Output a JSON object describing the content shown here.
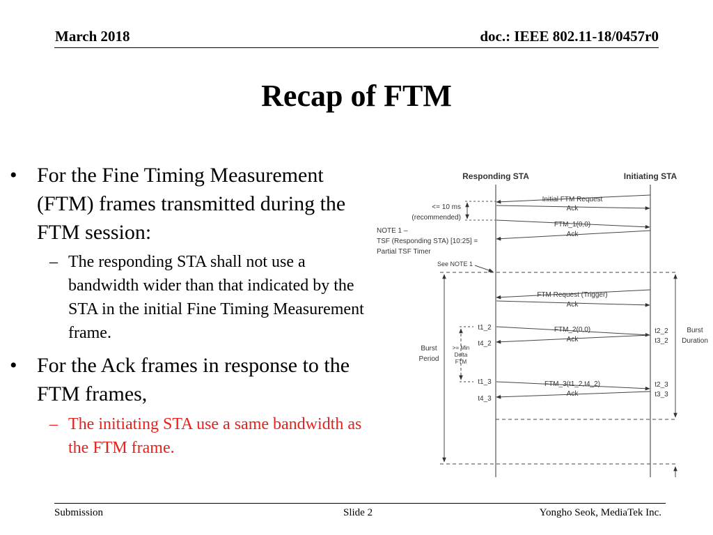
{
  "header": {
    "date": "March 2018",
    "doc": "doc.: IEEE 802.11-18/0457r0"
  },
  "title": "Recap of FTM",
  "bullets": [
    {
      "text": "For the Fine Timing Measurement (FTM) frames transmitted during the FTM session:",
      "sub": [
        "The responding STA shall not use a bandwidth wider than that indicated by the STA in the initial Fine Timing Measurement frame."
      ]
    },
    {
      "text": "For the Ack frames in response to the FTM frames,",
      "sub": [
        "The initiating STA use a same bandwidth as the FTM frame."
      ]
    }
  ],
  "diagram": {
    "responding_sta": "Responding STA",
    "initiating_sta": "Initiating STA",
    "initial_ftm_request": "Initial FTM Request",
    "ack": "Ack",
    "le_10ms": "<= 10 ms",
    "recommended": "(recommended)",
    "ftm_1": "FTM_1(0,0)",
    "note1_line1": "NOTE 1 –",
    "note1_line2": "TSF (Responding STA) [10:25] =",
    "note1_line3": "Partial TSF Timer",
    "see_note1": "See NOTE 1",
    "ftm_request_trigger": "FTM Request (Trigger)",
    "t1_2": "t1_2",
    "t4_2": "t4_2",
    "ftm_2": "FTM_2(0,0)",
    "t2_2": "t2_2",
    "t3_2": "t3_2",
    "burst_duration_1": "Burst",
    "burst_duration_2": "Duration",
    "burst_period_1": "Burst",
    "burst_period_2": "Period",
    "min_delta_1": ">= Min",
    "min_delta_2": "Delta",
    "min_delta_3": "FTM",
    "t1_3": "t1_3",
    "t4_3": "t4_3",
    "ftm_3": "FTM_3(t1_2,t4_2)",
    "t2_3": "t2_3",
    "t3_3": "t3_3"
  },
  "colors": {
    "red_text": "#e8201c"
  },
  "footer": {
    "left": "Submission",
    "center": "Slide 2",
    "right": "Yongho Seok, MediaTek Inc."
  }
}
